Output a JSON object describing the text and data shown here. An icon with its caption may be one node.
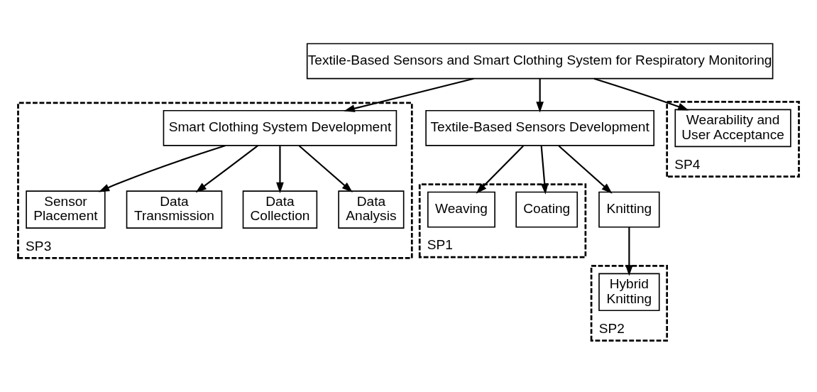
{
  "diagram": {
    "nodes": [
      {
        "text": [
          "Textile-Based Sensors and Smart Clothing System for Respiratory Monitoring"
        ]
      },
      {
        "text": [
          "Textile-Based Sensors Development"
        ]
      },
      {
        "text": [
          "SP1"
        ]
      },
      {
        "text": [
          "Coating"
        ],
        "in": 2
      },
      {
        "text": [
          "Weaving"
        ],
        "in": 2
      },
      {
        "text": [
          "SP2"
        ]
      },
      {
        "text": [
          "Knitting"
        ]
      },
      {
        "text": [
          "Hybrid Knitting"
        ],
        "in": 5
      },
      {
        "text": [
          "SP3"
        ]
      },
      {
        "text": [
          "Smart Clothing System Development"
        ],
        "in": 8
      },
      {
        "text": [
          "Sensor Placement"
        ],
        "in": 8
      },
      {
        "text": [
          "Data Transmission"
        ],
        "in": 8
      },
      {
        "text": [
          "Data Collection"
        ],
        "in": 8
      },
      {
        "text": [
          "Data Analysis"
        ],
        "in": 8
      },
      {
        "text": [
          "SP4"
        ]
      },
      {
        "text": [
          "Wearability and User Acceptance"
        ],
        "in": 14
      }
    ],
    "edges": [
      {
        "from": 0,
        "to": 1,
        "arrow": "to"
      },
      {
        "from": 0,
        "to": 9,
        "arrow": "to"
      },
      {
        "from": 1,
        "to": 3,
        "arrow": "to"
      },
      {
        "from": 1,
        "to": 4,
        "arrow": "to"
      },
      {
        "from": 1,
        "to": 6,
        "arrow": "to"
      },
      {
        "from": 6,
        "to": 7,
        "arrow": "to"
      },
      {
        "from": 9,
        "to": 10,
        "arrow": "to"
      },
      {
        "from": 9,
        "to": 11,
        "arrow": "to"
      },
      {
        "from": 9,
        "to": 12,
        "arrow": "to"
      },
      {
        "from": 9,
        "to": 13,
        "arrow": "to"
      },
      {
        "from": 0,
        "to": 15,
        "arrow": "to"
      }
    ]
  }
}
